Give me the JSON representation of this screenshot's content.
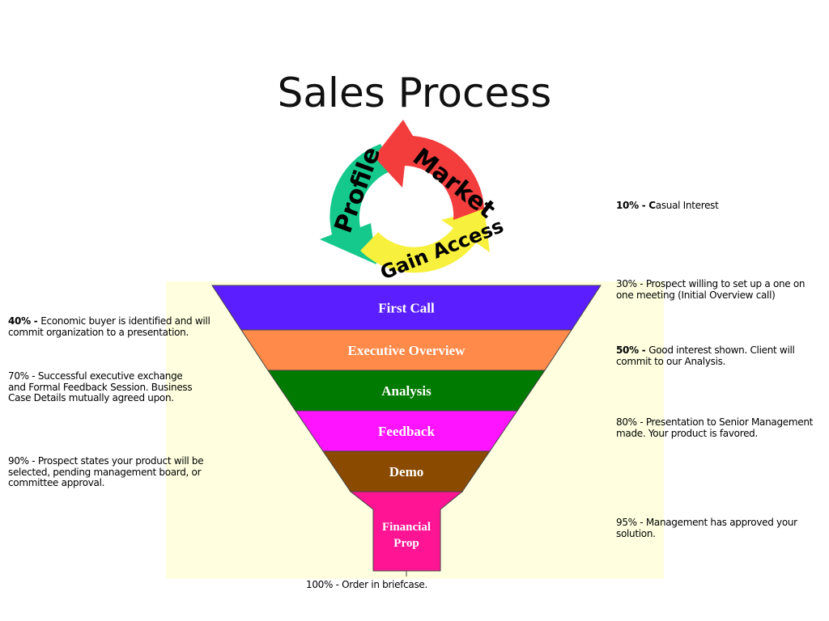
{
  "title": "Sales Process",
  "cycle": {
    "labels": [
      "Profile",
      "Market",
      "Gain Access"
    ],
    "colors": {
      "profile": "#14c98b",
      "market": "#f33d3d",
      "gain_access": "#f7f03c"
    }
  },
  "funnel": {
    "stages": [
      {
        "label": "First Call",
        "color": "#5a1eff"
      },
      {
        "label": "Executive Overview",
        "color": "#ff8a4a"
      },
      {
        "label": "Analysis",
        "color": "#007a00"
      },
      {
        "label": "Feedback",
        "color": "#ff14ff"
      },
      {
        "label": "Demo",
        "color": "#8a4a00"
      },
      {
        "label": "Financial Prop",
        "color": "#ff1493"
      }
    ]
  },
  "notes_left": [
    {
      "bold": "40% - ",
      "text": "Economic buyer is identified and will commit organization to a presentation."
    },
    {
      "bold": "",
      "text": "70% - Successful executive exchange and Formal Feedback Session.  Business Case Details  mutually agreed upon."
    },
    {
      "bold": "",
      "text": "90% - Prospect states your product will be selected, pending management board, or committee approval."
    }
  ],
  "notes_right": [
    {
      "bold": "10% - C",
      "text": "asual Interest"
    },
    {
      "bold": "",
      "text": "30% - Prospect willing to set up a one on one meeting  (Initial Overview call)"
    },
    {
      "bold": "50% - ",
      "text": "Good interest shown.  Client will commit to our Analysis."
    },
    {
      "bold": "",
      "text": "80% - Presentation to Senior Management made.  Your product is favored."
    },
    {
      "bold": "",
      "text": "95% - Management has approved your solution."
    }
  ],
  "note_bottom": "100% - Order in briefcase."
}
